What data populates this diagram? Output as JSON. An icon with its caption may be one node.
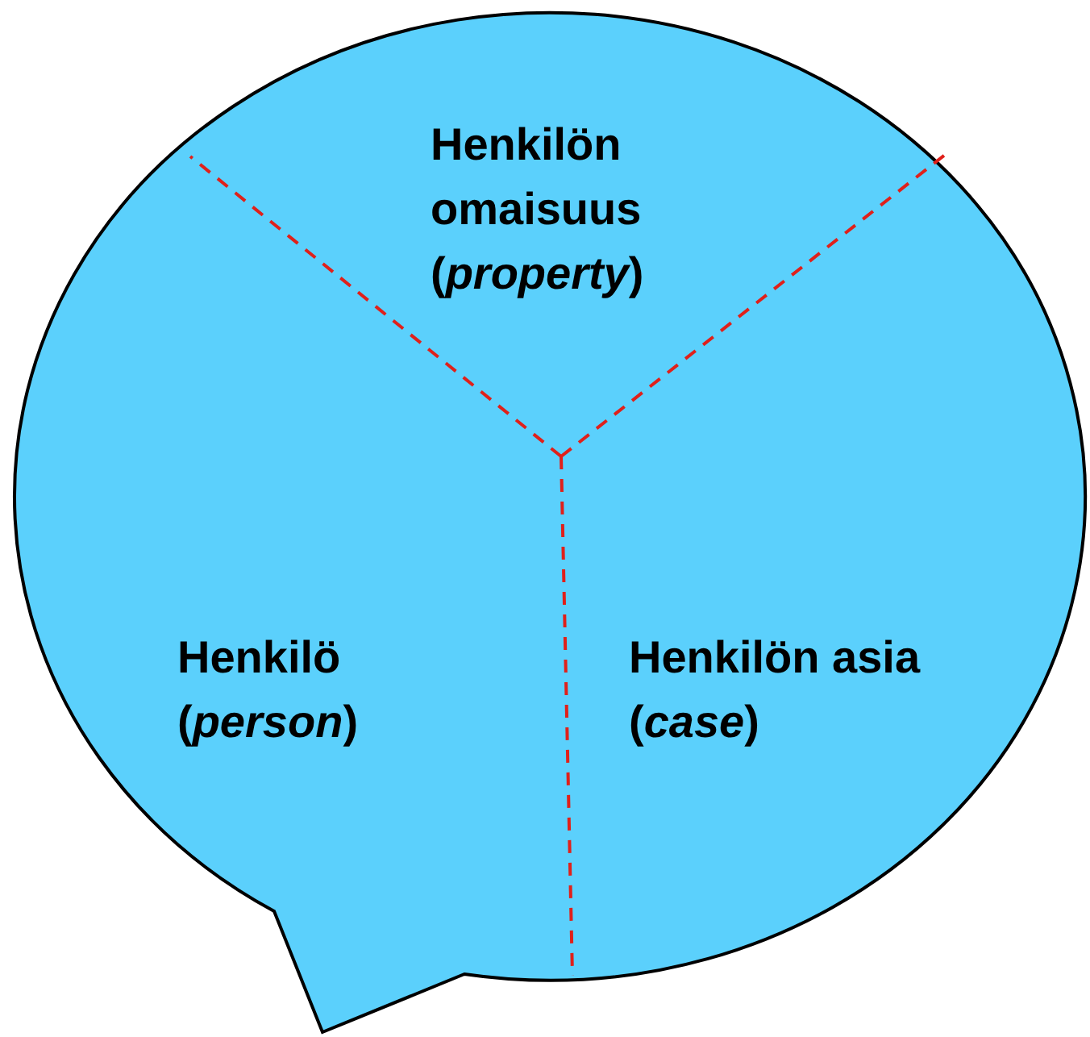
{
  "diagram": {
    "nodes": [
      {
        "text": [],
        "shape": "bubble"
      },
      {
        "text": [
          "Henkilön omaisuus (*property*)"
        ],
        "in": 0
      },
      {
        "text": [
          "Henkilö (*person*)"
        ],
        "in": 0
      },
      {
        "text": [
          "Henkilön asia (*case*)"
        ],
        "in": 0
      }
    ]
  }
}
